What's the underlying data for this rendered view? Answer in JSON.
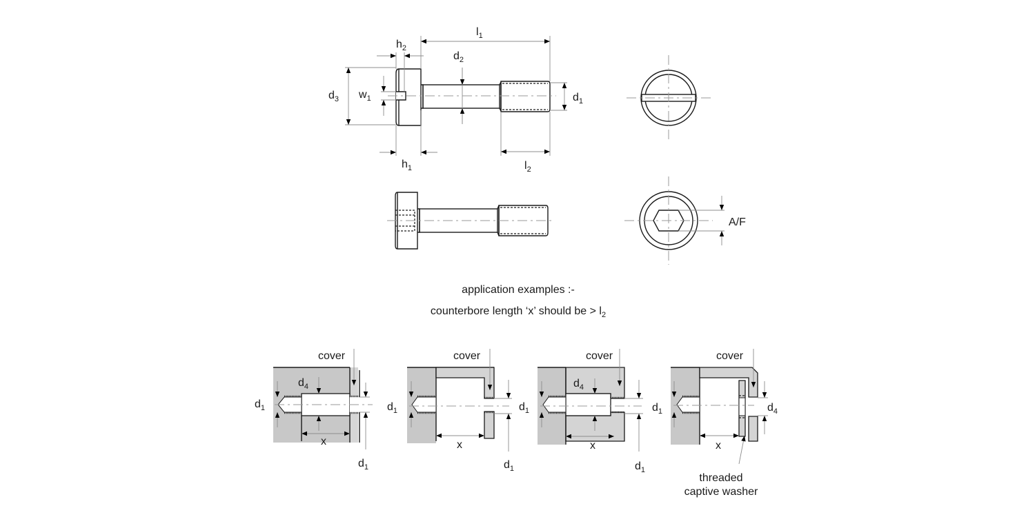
{
  "labels": {
    "l1": {
      "base": "l",
      "sub": "1"
    },
    "l2": {
      "base": "l",
      "sub": "2"
    },
    "h1": {
      "base": "h",
      "sub": "1"
    },
    "h2": {
      "base": "h",
      "sub": "2"
    },
    "d1": {
      "base": "d",
      "sub": "1"
    },
    "d2": {
      "base": "d",
      "sub": "2"
    },
    "d3": {
      "base": "d",
      "sub": "3"
    },
    "d4": {
      "base": "d",
      "sub": "4"
    },
    "w1": {
      "base": "w",
      "sub": "1"
    },
    "af": "A/F",
    "x": "x",
    "cover": "cover"
  },
  "notes": {
    "application": "application examples :-",
    "counterbore_prefix": "counterbore length ‘x’ should be  > l",
    "counterbore_sub": "2"
  },
  "washer_callout": {
    "line1": "threaded",
    "line2": "captive washer"
  },
  "colors": {
    "line": "#1a1a1a",
    "section_fill": "#c8c8c8",
    "cover_fill": "#d4d4d4",
    "centerline": "#9a9a9a"
  }
}
